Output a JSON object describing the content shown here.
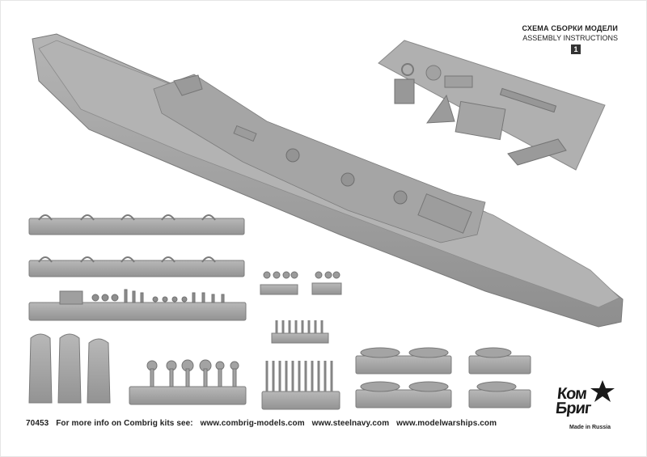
{
  "header": {
    "title_ru": "СХЕМА СБОРКИ МОДЕЛИ",
    "title_en": "ASSEMBLY INSTRUCTIONS",
    "page_number": "1"
  },
  "footer": {
    "kit_number": "70453",
    "info_text": "For more info on Combrig kits see:",
    "links": [
      "www.combrig-models.com",
      "www.steelnavy.com",
      "www.modelwarships.com"
    ]
  },
  "logo": {
    "line1": "Ком",
    "line2": "Бриг",
    "made_in": "Made in Russia"
  },
  "colors": {
    "resin": "#a9a9a9",
    "resin_dark": "#8a8a8a",
    "resin_light": "#bdbdbd",
    "text": "#222222"
  }
}
